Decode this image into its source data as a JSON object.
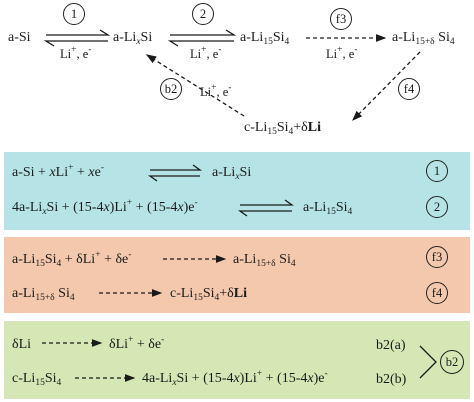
{
  "top": {
    "a_si": "a-Si",
    "a_li": "a-Li",
    "x": "x",
    "si": "Si",
    "a_li15si4": "a-Li",
    "s15": "15",
    "s4": "Si",
    "s4n": "4",
    "a_li15d": "a-Li",
    "s15d": "15+δ",
    "si4": " Si",
    "si4n": "4",
    "c_li15": "c-Li",
    "c_li15_n": "15",
    "c_si": "Si",
    "c_si_n": "4",
    "c_tail": "+δ",
    "c_li": "Li",
    "li": "Li",
    "plus": "+",
    "e": ", e",
    "minus": "-",
    "label1": "1",
    "label2": "2",
    "label_f3": "f3",
    "label_f4": "f4",
    "label_b2": "b2"
  },
  "panel1": {
    "r1_a": "a-Si + ",
    "r1_x": "x",
    "r1_b": "Li",
    "r1_c": " + ",
    "r1_x2": "x",
    "r1_d": "e",
    "r1_prod": "a-Li",
    "r1_prod_x": "x",
    "r1_prod_si": "Si",
    "r2_a": "4a-Li",
    "r2_x": "x",
    "r2_b": "Si + (15-4",
    "r2_x2": "x",
    "r2_c": ")Li",
    "r2_d": " + (15-4",
    "r2_x3": "x",
    "r2_e": ")e",
    "r2_prod": "a-Li",
    "r2_prod_15": "15",
    "r2_prod_si": "Si",
    "r2_prod_4": "4",
    "label1": "1",
    "label2": "2"
  },
  "panel2": {
    "r1_a": "a-Li",
    "r1_15": "15",
    "r1_si": "Si",
    "r1_4": "4",
    "r1_b": " + δLi",
    "r1_c": " + δe",
    "r1_prod": "a-Li",
    "r1_prod_sub": "15+δ",
    "r1_prod_si": " Si",
    "r1_prod_4": "4",
    "r2_a": "a-Li",
    "r2_sub": "15+δ",
    "r2_si": " Si",
    "r2_4": "4",
    "r2_prod": "c-Li",
    "r2_prod_15": "15",
    "r2_prod_si": "Si",
    "r2_prod_4": "4",
    "r2_prod_tail": "+δ",
    "r2_prod_li": "Li",
    "label_f3": "f3",
    "label_f4": "f4"
  },
  "panel3": {
    "r1_a": "δLi",
    "r1_b": "δLi",
    "r1_c": " + δe",
    "r2_a": "c-Li",
    "r2_15": "15",
    "r2_si": "Si",
    "r2_4": "4",
    "r2_b": "4a-Li",
    "r2_x": "x",
    "r2_c": "Si + (15-4",
    "r2_x2": "x",
    "r2_d": ")Li",
    "r2_e": " + (15-4",
    "r2_x3": "x",
    "r2_f": ")e",
    "tag_a": "b2(a)",
    "tag_b": "b2(b)",
    "label_b2": "b2"
  },
  "colors": {
    "panel1": "#b6e4e6",
    "panel2": "#f4c8ac",
    "panel3": "#d4e7b4",
    "ink": "#1a1a1a"
  }
}
